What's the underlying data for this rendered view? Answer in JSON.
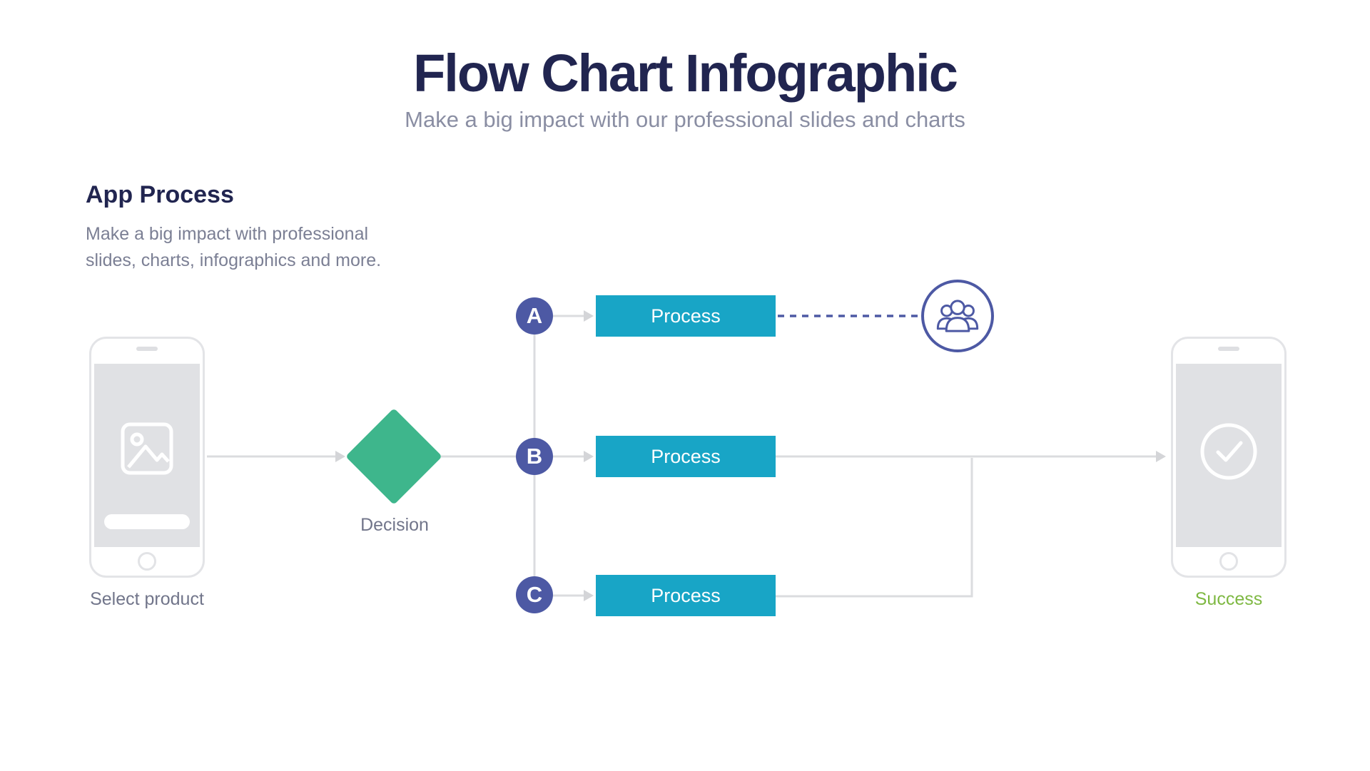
{
  "header": {
    "title": "Flow Chart Infographic",
    "subtitle": "Make a big impact with our professional slides and charts"
  },
  "section": {
    "heading": "App Process",
    "description_line1": "Make a big impact with professional",
    "description_line2": "slides, charts, infographics and more."
  },
  "flowchart": {
    "start": {
      "label": "Select product",
      "icon": "phone-image-icon"
    },
    "decision": {
      "label": "Decision",
      "shape": "diamond"
    },
    "branches": [
      {
        "id": "A",
        "process_label": "Process",
        "connects_to": "team-circle",
        "connector": "dashed"
      },
      {
        "id": "B",
        "process_label": "Process",
        "connects_to": "success-phone",
        "connector": "solid-arrow"
      },
      {
        "id": "C",
        "process_label": "Process",
        "connects_to": "success-phone",
        "connector": "solid-merge"
      }
    ],
    "team": {
      "icon": "team-icon"
    },
    "end": {
      "label": "Success",
      "icon": "check-circle-icon"
    }
  },
  "colors": {
    "navy_text": "#212550",
    "subtitle_text": "#8A8EA3",
    "muted_text": "#7B7F94",
    "label_text": "#71758A",
    "indigo": "#4D59A4",
    "teal": "#18A5C6",
    "diamond_green": "#3EB68C",
    "success_green": "#7EB842",
    "line_gray": "#DBDCDF",
    "arrow_gray": "#D4D5D8",
    "phone_outline": "#E3E4E7",
    "screen_gray": "#E0E1E4"
  }
}
